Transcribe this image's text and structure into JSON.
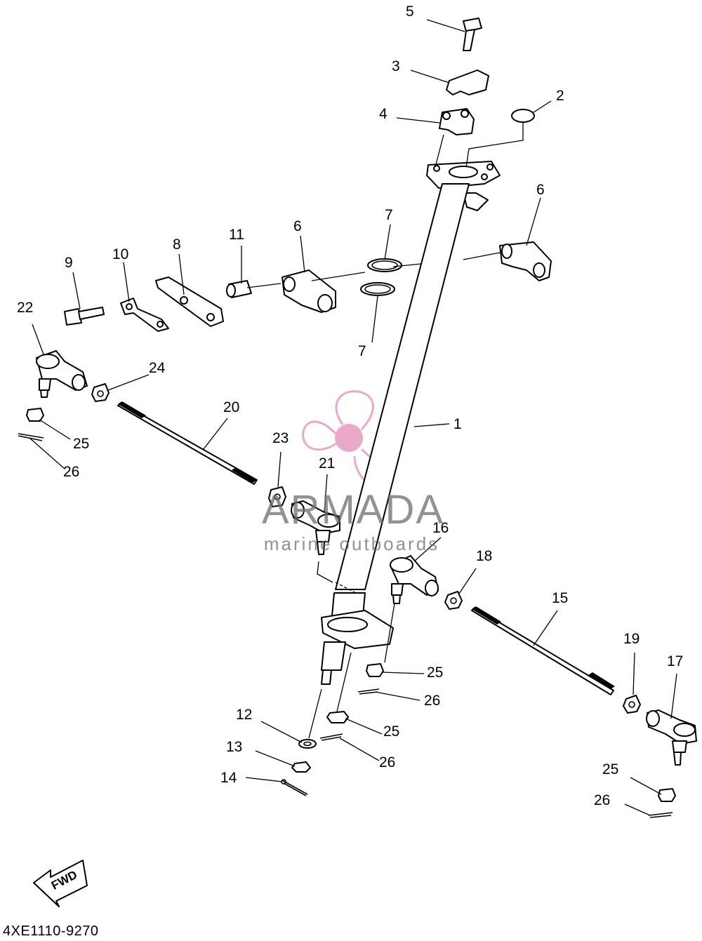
{
  "diagram_code": "4XE1110-9270",
  "watermark": {
    "brand": "ARMADA",
    "tagline": "marine outboards"
  },
  "fwd_label": "FWD",
  "colors": {
    "ink": "#000000",
    "watermark_pink": "#e8a0c4",
    "watermark_grey": "#6e6e6e"
  },
  "callouts": [
    {
      "id": "c5",
      "label": "5"
    },
    {
      "id": "c3",
      "label": "3"
    },
    {
      "id": "c2",
      "label": "2"
    },
    {
      "id": "c4",
      "label": "4"
    },
    {
      "id": "c6a",
      "label": "6"
    },
    {
      "id": "c6b",
      "label": "6"
    },
    {
      "id": "c7a",
      "label": "7"
    },
    {
      "id": "c7b",
      "label": "7"
    },
    {
      "id": "c8",
      "label": "8"
    },
    {
      "id": "c9",
      "label": "9"
    },
    {
      "id": "c10",
      "label": "10"
    },
    {
      "id": "c11",
      "label": "11"
    },
    {
      "id": "c22",
      "label": "22"
    },
    {
      "id": "c24",
      "label": "24"
    },
    {
      "id": "c20",
      "label": "20"
    },
    {
      "id": "c25a",
      "label": "25"
    },
    {
      "id": "c26a",
      "label": "26"
    },
    {
      "id": "c1",
      "label": "1"
    },
    {
      "id": "c23",
      "label": "23"
    },
    {
      "id": "c21",
      "label": "21"
    },
    {
      "id": "c16",
      "label": "16"
    },
    {
      "id": "c18",
      "label": "18"
    },
    {
      "id": "c15",
      "label": "15"
    },
    {
      "id": "c19",
      "label": "19"
    },
    {
      "id": "c17",
      "label": "17"
    },
    {
      "id": "c25b",
      "label": "25"
    },
    {
      "id": "c26b",
      "label": "26"
    },
    {
      "id": "c25c",
      "label": "25"
    },
    {
      "id": "c26c",
      "label": "26"
    },
    {
      "id": "c12",
      "label": "12"
    },
    {
      "id": "c13",
      "label": "13"
    },
    {
      "id": "c14",
      "label": "14"
    },
    {
      "id": "c25d",
      "label": "25"
    },
    {
      "id": "c26d",
      "label": "26"
    }
  ]
}
